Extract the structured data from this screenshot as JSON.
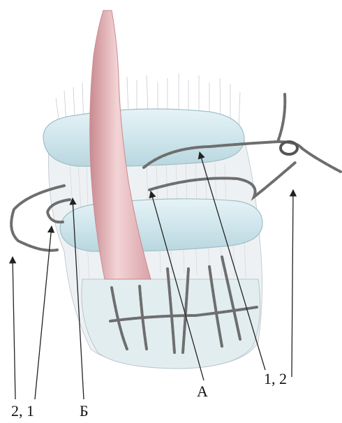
{
  "labels": {
    "a": "А",
    "one_two": "1,  2",
    "two_one": "2, 1",
    "b": "Б"
  },
  "colors": {
    "band": "#cfe6ec",
    "band_edge": "#9fbfc8",
    "tissue": "#eef1f3",
    "tissue_line": "#c5ccd2",
    "vessel": "#e8b4b8",
    "vessel_edge": "#c98a90",
    "suture": "#6e6e6e",
    "arrow": "#222222"
  },
  "icons": [
    "suture-thread",
    "arrow-pointer"
  ]
}
